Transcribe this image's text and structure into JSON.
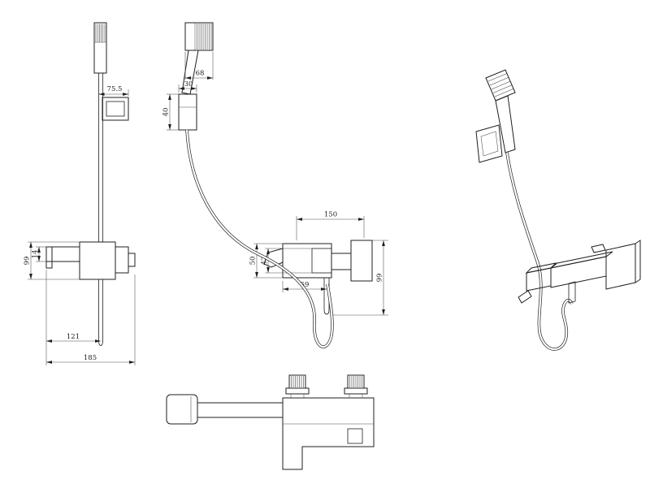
{
  "colors": {
    "background": "#ffffff",
    "line": "#1f1f1f"
  },
  "views": {
    "front": {
      "dims": {
        "bracket_offset": "75.5",
        "body_height": "99",
        "spout_height": "14",
        "spout_reach": "121",
        "overall_width": "185"
      }
    },
    "handshower_side": {
      "dims": {
        "head_width": "68",
        "bracket_width": "30",
        "bracket_height": "40"
      }
    },
    "mixer_side": {
      "dims": {
        "span": "150",
        "body_height": "50",
        "port_height": "42",
        "body_depth": "59",
        "overall_height": "99"
      }
    }
  }
}
